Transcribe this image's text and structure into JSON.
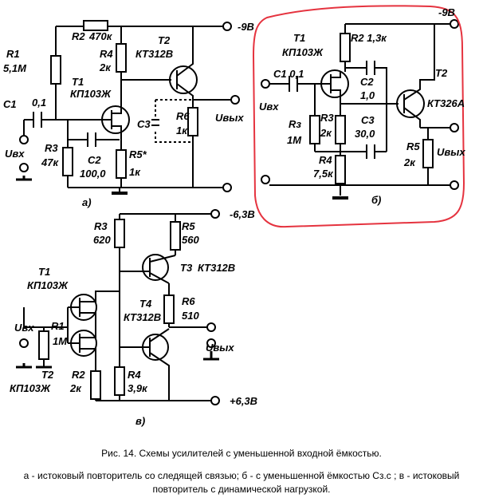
{
  "caption": {
    "title": "Рис. 14. Схемы усилителей с уменьшенной входной ёмкостью.",
    "description": "а - истоковый повторитель со следящей связью; б - с уменьшенной ёмкостью Сз.с ; в - истоковый повторитель с динамической нагрузкой."
  },
  "highlight_color": "#e5333f",
  "schematic_a": {
    "label": "а)",
    "supply": "-9В",
    "R1": [
      "R1",
      "5,1М"
    ],
    "R2": [
      "R2",
      "470к"
    ],
    "R3": [
      "R3",
      "47к"
    ],
    "R4": [
      "R4",
      "2к"
    ],
    "R5": [
      "R5*",
      "1к"
    ],
    "R6": [
      "R6",
      "1к"
    ],
    "C1": [
      "С1",
      "0,1"
    ],
    "C2": [
      "С2",
      "100,0"
    ],
    "C3": "С3",
    "T1": [
      "T1",
      "КП103Ж"
    ],
    "T2": [
      "T2",
      "КТ312В"
    ],
    "uin": "Uвх",
    "uout": "Uвых"
  },
  "schematic_b": {
    "label": "б)",
    "supply": "-9В",
    "R2": "R2 1,3к",
    "R3": [
      "R3",
      "2к"
    ],
    "Rz": [
      "Rз",
      "1М"
    ],
    "R4": [
      "R4",
      "7,5к"
    ],
    "R5": [
      "R5",
      "2к"
    ],
    "C1": "С1 0,1",
    "C2": [
      "С2",
      "1,0"
    ],
    "C3": [
      "С3",
      "30,0"
    ],
    "T1": [
      "Т1",
      "КП103Ж"
    ],
    "T2": [
      "Т2",
      "КТ326А"
    ],
    "uin": "Uвх",
    "uout": "Uвых"
  },
  "schematic_c": {
    "label": "в)",
    "supply_neg": "-6,3В",
    "supply_pos": "+6,3В",
    "R1": [
      "R1",
      "1М"
    ],
    "R2": [
      "R2",
      "2к"
    ],
    "R3": [
      "R3",
      "620"
    ],
    "R4": [
      "R4",
      "3,9к"
    ],
    "R5": [
      "R5",
      "560"
    ],
    "R6": [
      "R6",
      "510"
    ],
    "T1": [
      "Т1",
      "КП103Ж"
    ],
    "T2": [
      "Т2",
      "КП103Ж"
    ],
    "T3": [
      "Т3",
      "КТ312В"
    ],
    "T4": [
      "Т4",
      "КТ312В"
    ],
    "uin": "Uвх",
    "uout": "Uвых"
  }
}
